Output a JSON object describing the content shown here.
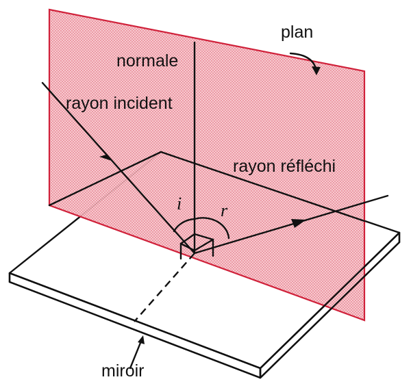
{
  "labels": {
    "plan": "plan",
    "normale": "normale",
    "incident": "rayon incident",
    "reflechi": "rayon réfléchi",
    "angle_i": "i",
    "angle_r": "r",
    "miroir": "miroir"
  },
  "colors": {
    "plane_fill": "#f4b8c0",
    "plane_edge": "#d0213a",
    "ink": "#111111"
  }
}
